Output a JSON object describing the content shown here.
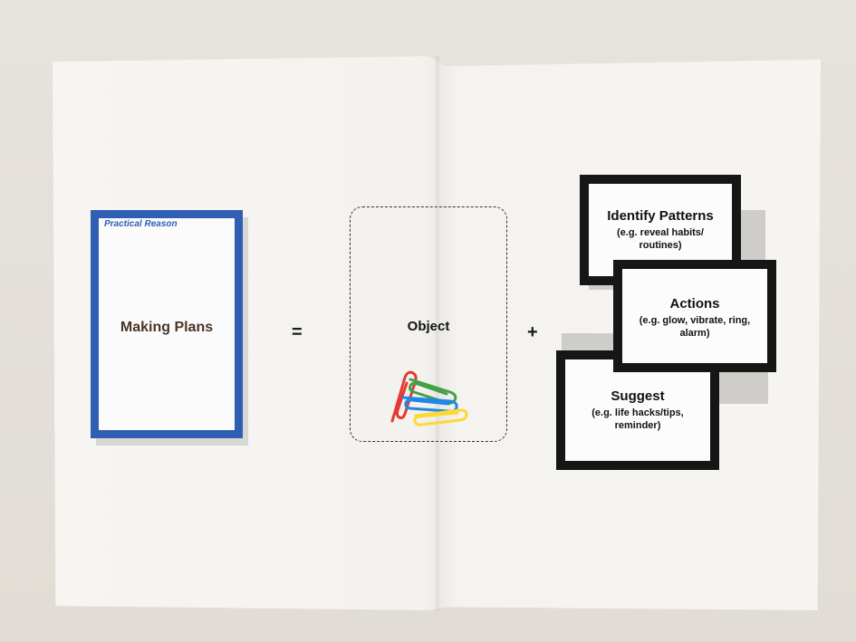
{
  "left_card": {
    "category": "Practical Reason",
    "title": "Making Plans",
    "color": "#2f5fb3"
  },
  "equals_sign": "=",
  "object": {
    "label": "Object",
    "clip_colors": [
      "#e53935",
      "#43a047",
      "#1e88e5",
      "#fdd835"
    ]
  },
  "plus_sign": "+",
  "cards": [
    {
      "title": "Identify Patterns",
      "subtitle": "(e.g. reveal habits/ routines)"
    },
    {
      "title": "Actions",
      "subtitle": "(e.g. glow, vibrate, ring, alarm)"
    },
    {
      "title": "Suggest",
      "subtitle": "(e.g. life hacks/tips, reminder)"
    }
  ]
}
